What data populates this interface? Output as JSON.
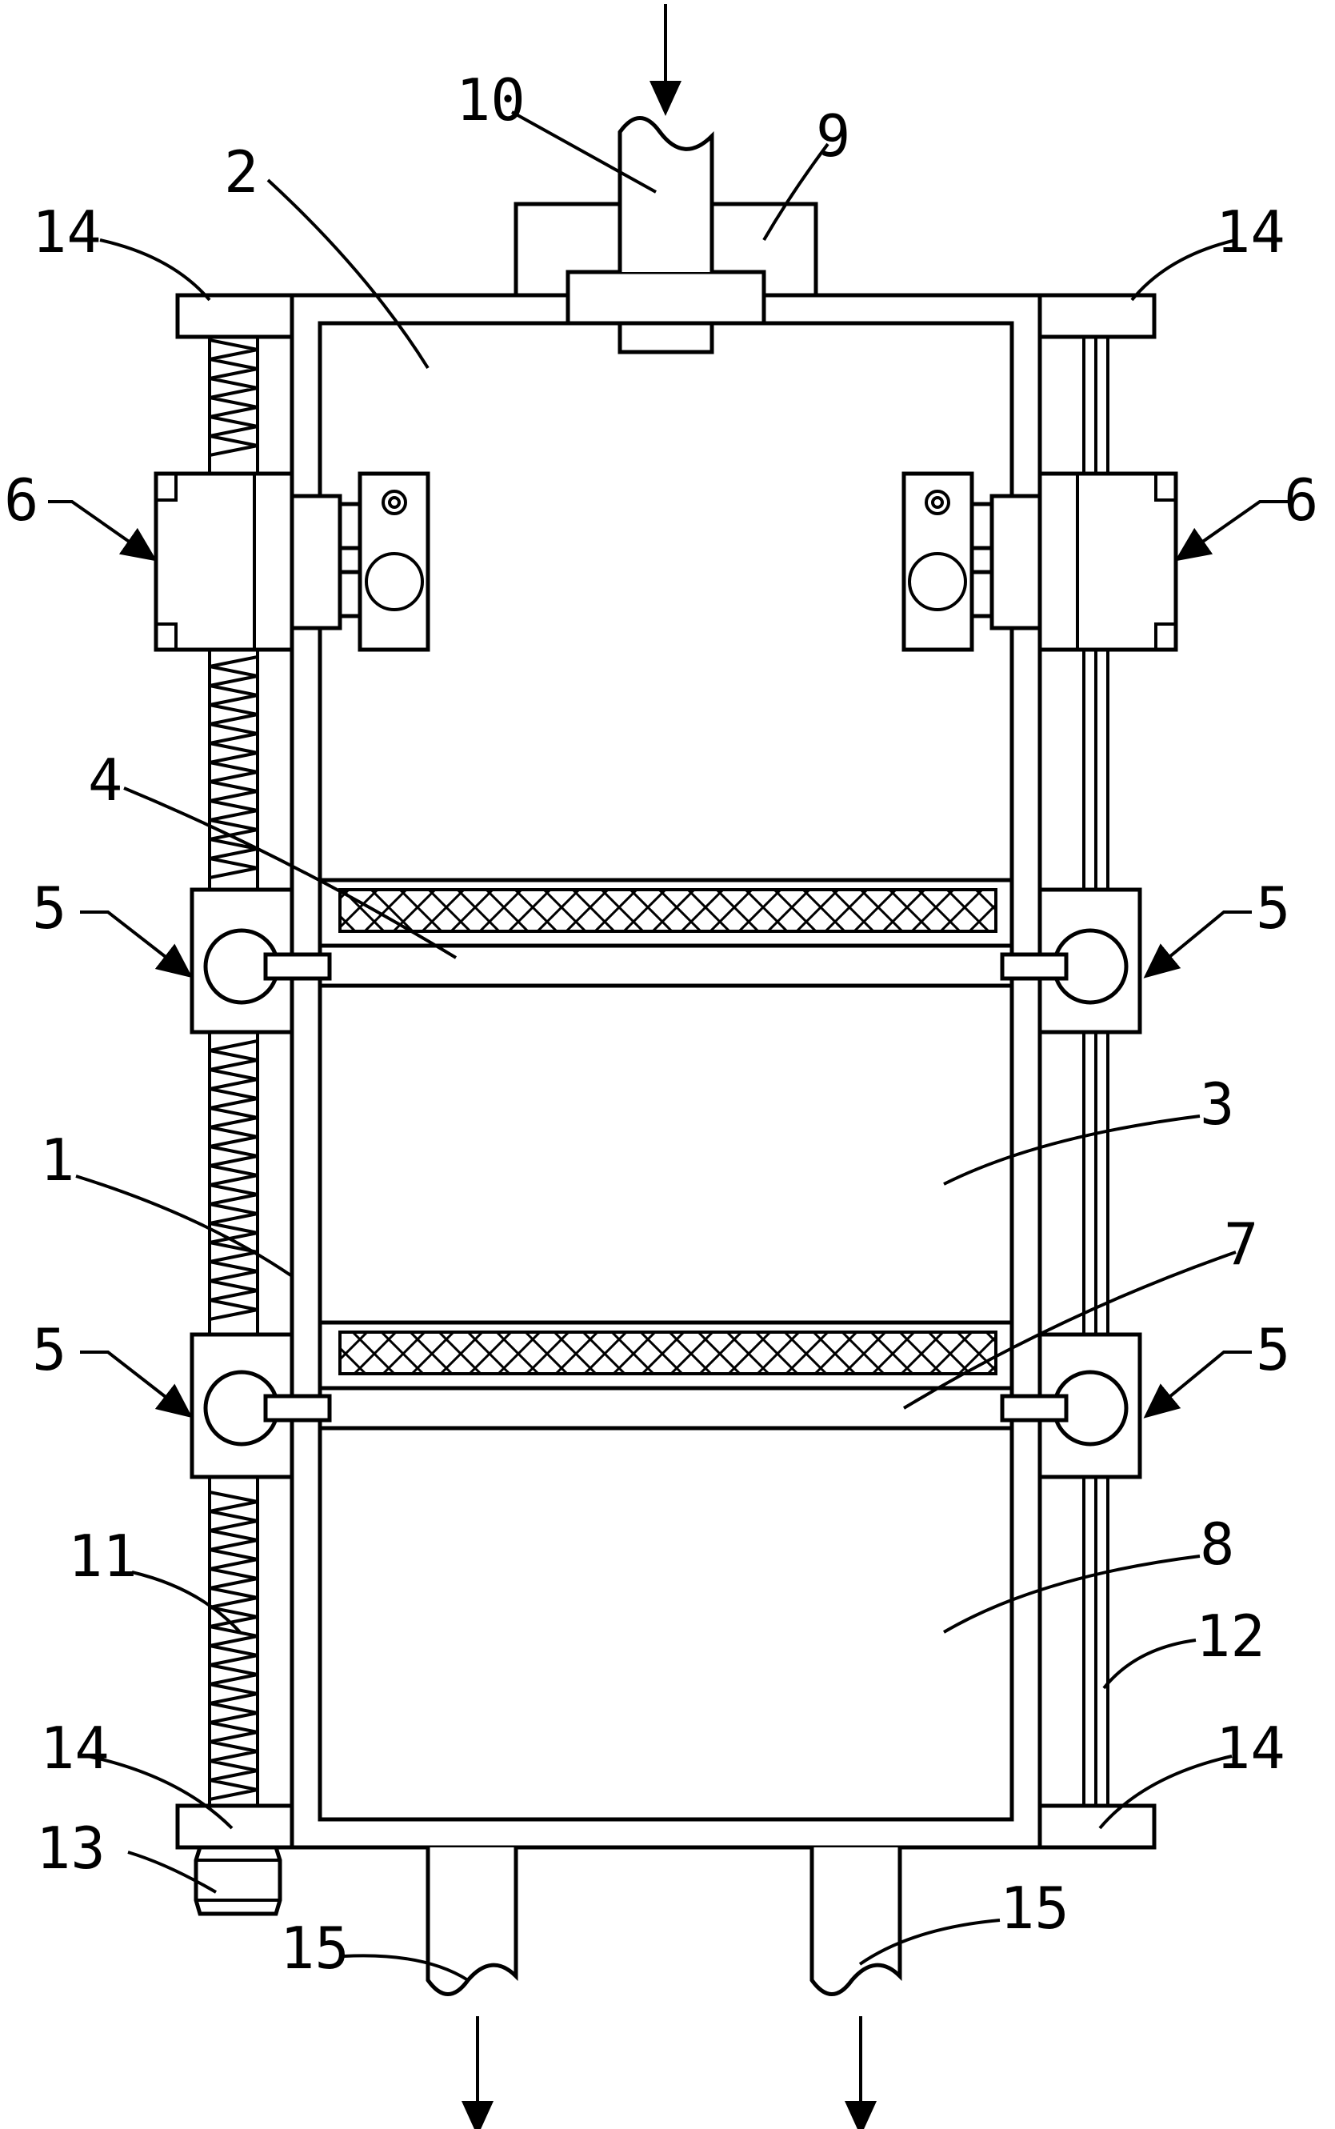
{
  "labels": {
    "frame": "1",
    "upper_chamber": "2",
    "middle_chamber": "3",
    "upper_screen": "4",
    "bearing_block": "5",
    "clamp": "6",
    "lower_screen": "7",
    "lower_chamber": "8",
    "inlet_housing": "9",
    "inlet_pipe": "10",
    "lead_screw": "11",
    "guide_rod": "12",
    "knob": "13",
    "mount_plate": "14",
    "outlet_pipe": "15"
  }
}
